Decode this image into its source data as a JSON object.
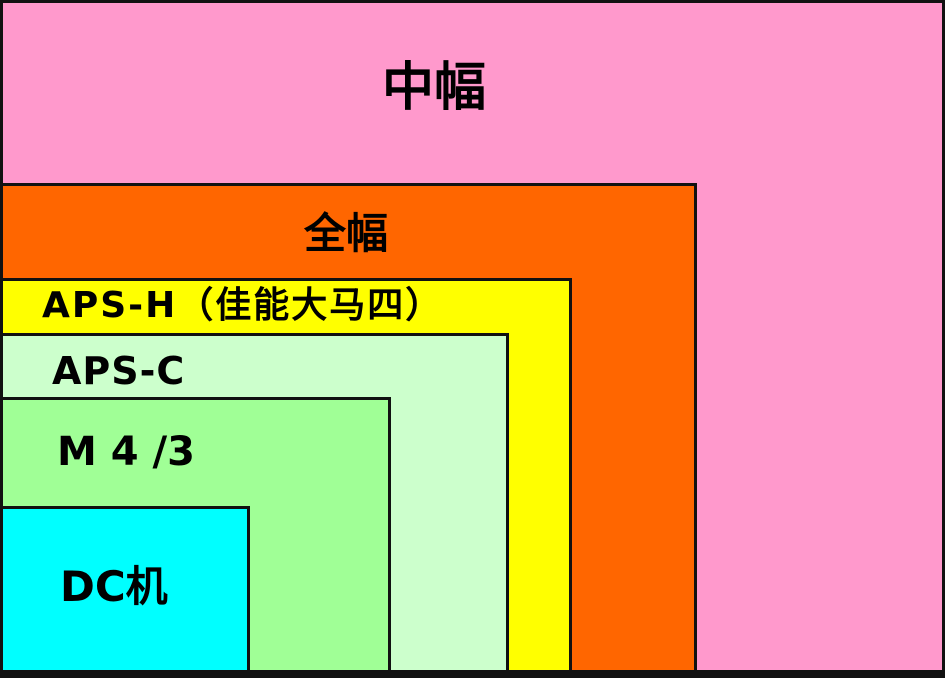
{
  "formats": [
    {
      "label": "中幅",
      "color": "#ff99cc"
    },
    {
      "label": "全幅",
      "color": "#ff6600"
    },
    {
      "label": "APS-H（佳能大马四）",
      "color": "#ffff00"
    },
    {
      "label": "APS-C",
      "color": "#ccffcc"
    },
    {
      "label": "M 4 /3",
      "color": "#a0ff96"
    },
    {
      "label": "DC机",
      "color": "#00ffff"
    }
  ]
}
